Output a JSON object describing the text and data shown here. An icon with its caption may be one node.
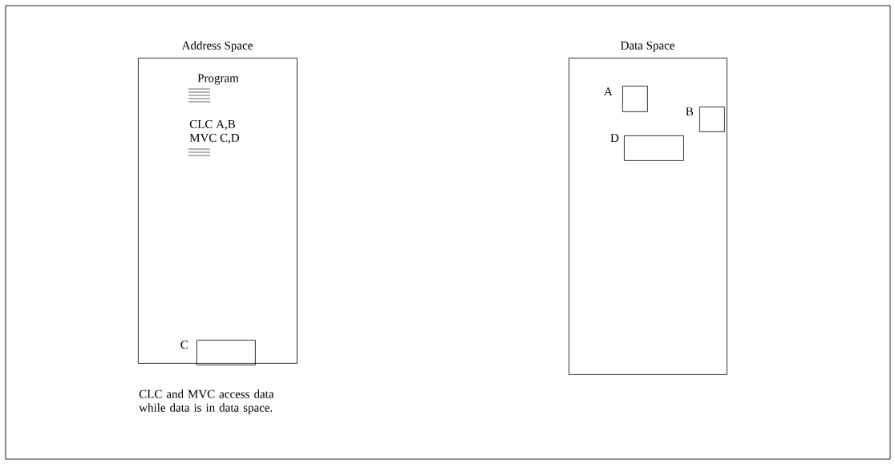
{
  "diagram": {
    "nodes": [
      {
        "text": [
          "Address Space",
          "Program",
          "CLC A,B",
          "MVC C,D"
        ],
        "beside": [
          "CLC and MVC access data while data is in data space."
        ]
      },
      {
        "text": [
          "C"
        ],
        "in": 0
      },
      {
        "text": [
          "Data Space"
        ]
      },
      {
        "text": [
          "A"
        ],
        "in": 2
      },
      {
        "text": [
          "B"
        ],
        "in": 2
      },
      {
        "text": [
          "D"
        ],
        "in": 2
      }
    ]
  }
}
